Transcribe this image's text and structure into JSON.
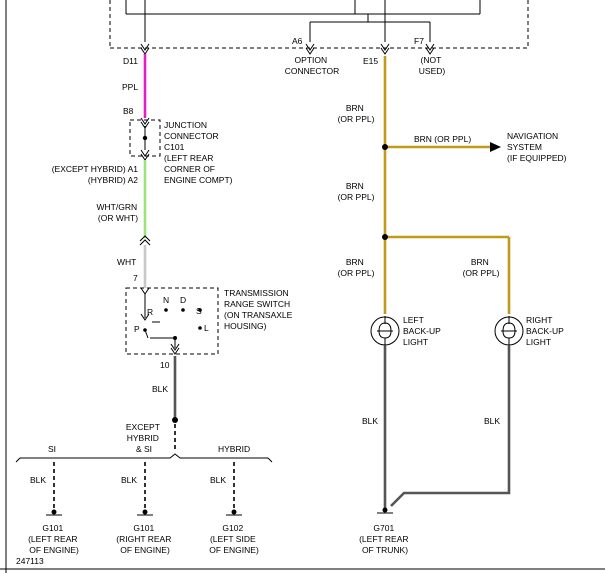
{
  "colors": {
    "ppl": "#e020c8",
    "brn": "#c29a1a",
    "wht_grn": "#9be37a",
    "wht": "#c8c8c8",
    "blk": "#555555"
  },
  "connectors": {
    "d11": "D11",
    "a6": "A6",
    "e15": "E15",
    "f7": "F7",
    "b8": "B8",
    "pin7": "7",
    "pin10": "10"
  },
  "labels": {
    "option_connector": [
      "OPTION",
      "CONNECTOR"
    ],
    "not_used": [
      "(NOT",
      "USED)"
    ],
    "junction_connector": [
      "JUNCTION",
      "CONNECTOR",
      "C101",
      "(LEFT REAR",
      "CORNER OF",
      "ENGINE COMPT)"
    ],
    "except_hybrid_a1": "(EXCEPT HYBRID) A1",
    "hybrid_a2": "(HYBRID) A2",
    "transmission_switch": [
      "TRANSMISSION",
      "RANGE SWITCH",
      "(ON TRANSAXLE",
      "HOUSING)"
    ],
    "switch_positions": {
      "r": "R",
      "n": "N",
      "d": "D",
      "s": "S",
      "p": "P",
      "l": "L"
    },
    "except_hybrid_si": [
      "EXCEPT",
      "HYBRID",
      "& SI"
    ],
    "si": "SI",
    "hybrid": "HYBRID",
    "navigation": [
      "NAVIGATION",
      "SYSTEM",
      "(IF EQUIPPED)"
    ],
    "left_backup": [
      "LEFT",
      "BACK-UP",
      "LIGHT"
    ],
    "right_backup": [
      "RIGHT",
      "BACK-UP",
      "LIGHT"
    ],
    "diagram_number": "247113"
  },
  "wire_labels": {
    "ppl": "PPL",
    "wht_grn": [
      "WHT/GRN",
      "(OR WHT)"
    ],
    "wht": "WHT",
    "blk_main": "BLK",
    "brn_or_ppl_1": [
      "BRN",
      "(OR PPL)"
    ],
    "brn_or_ppl_nav": "BRN (OR PPL)",
    "brn_or_ppl_2": [
      "BRN",
      "(OR PPL)"
    ],
    "brn_or_ppl_3": [
      "BRN",
      "(OR PPL)"
    ],
    "brn_or_ppl_4": [
      "BRN",
      "(OR PPL)"
    ],
    "blk_left_light": "BLK",
    "blk_right_light": "BLK",
    "blk_g101_left": "BLK",
    "blk_g101_right": "BLK",
    "blk_g102": "BLK"
  },
  "grounds": {
    "g101_left": [
      "G101",
      "(LEFT REAR",
      "OF ENGINE)"
    ],
    "g101_right": [
      "G101",
      "(RIGHT REAR",
      "OF ENGINE)"
    ],
    "g102": [
      "G102",
      "(LEFT SIDE",
      "OF ENGINE)"
    ],
    "g701": [
      "G701",
      "(LEFT REAR",
      "OF TRUNK)"
    ]
  }
}
